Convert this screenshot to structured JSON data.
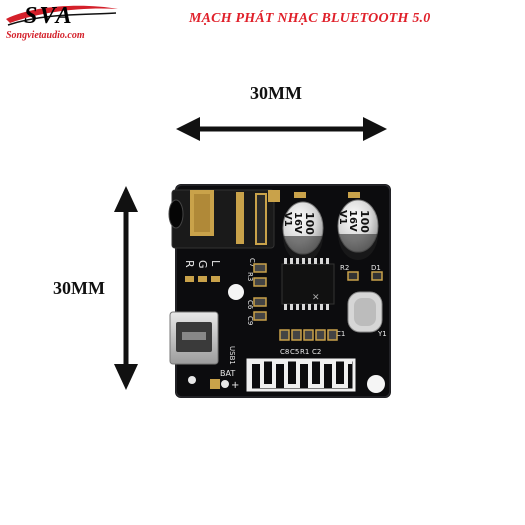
{
  "brand": {
    "logo_text": "SVA",
    "website": "Songvietaudio.com"
  },
  "title": "MẠCH PHÁT NHẠC BLUETOOTH 5.0",
  "dimensions": {
    "width_label": "30MM",
    "height_label": "30MM"
  },
  "board": {
    "silkscreen": {
      "led_r": "R",
      "led_g": "G",
      "led_l": "L",
      "c7": "C7",
      "r3": "R3",
      "c6": "C6",
      "c9": "C9",
      "r2": "R2",
      "d1": "D1",
      "c1": "C1",
      "y1": "Y1",
      "c8": "C8",
      "c5": "C5",
      "r1": "R1",
      "c2": "C2",
      "usb": "USB1",
      "bat": "BAT",
      "minus": "-",
      "plus": "+"
    },
    "capacitors": [
      {
        "value": "100",
        "voltage": "16V",
        "series": "V1"
      },
      {
        "value": "100",
        "voltage": "16V",
        "series": "V1"
      }
    ],
    "colors": {
      "pcb": "#0c0c0e",
      "gold": "#c9a24a",
      "white": "#f2f2f2"
    }
  }
}
